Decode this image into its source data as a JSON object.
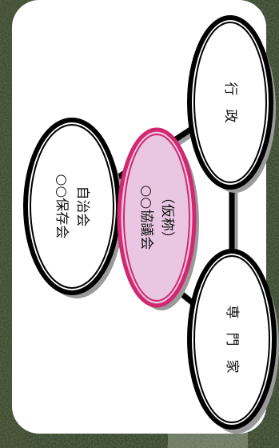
{
  "nodes": {
    "admin": {
      "label": "行　政"
    },
    "experts": {
      "label": "専　門　家"
    },
    "residents": {
      "line1": "○○保存会",
      "line2": "自治会"
    },
    "council": {
      "line1": "○○協議会",
      "line2": "（仮称）"
    }
  },
  "colors": {
    "panel": "#ffffff",
    "stroke": "#000000",
    "shadow": "#9a9a9a",
    "council_fill": "#e9c7e2",
    "council_stroke": "#d2286f"
  }
}
